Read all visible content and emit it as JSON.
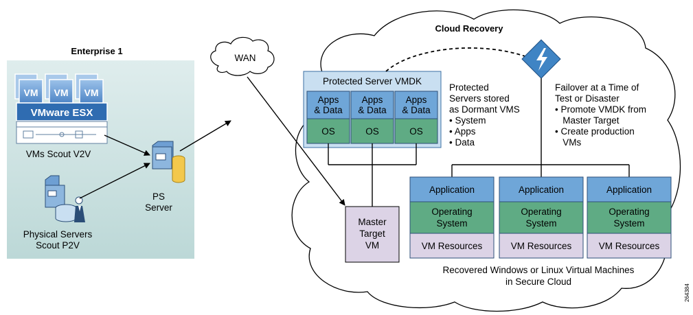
{
  "enterprise": {
    "title": "Enterprise 1",
    "vm_labels": [
      "VM",
      "VM",
      "VM"
    ],
    "esx_label": "VMware ESX",
    "vms_label": [
      "VMs Scout V2V"
    ],
    "physical_label": [
      "Physical Servers",
      "Scout P2V"
    ]
  },
  "ps_server": {
    "label": [
      "PS",
      "Server"
    ]
  },
  "wan": {
    "label": "WAN"
  },
  "protected": {
    "title": "Protected Server VMDK",
    "columns": [
      {
        "top": [
          "Apps",
          "& Data"
        ],
        "bottom": "OS"
      },
      {
        "top": [
          "Apps",
          "& Data"
        ],
        "bottom": "OS"
      },
      {
        "top": [
          "Apps",
          "& Data"
        ],
        "bottom": "OS"
      }
    ]
  },
  "master_target": {
    "label": [
      "Master",
      "Target",
      "VM"
    ]
  },
  "cloud": {
    "title": "Cloud Recovery",
    "stored_note": [
      "Protected",
      "Servers stored",
      "as Dormant VMS",
      "• System",
      "• Apps",
      "• Data"
    ],
    "failover_note": [
      "Failover at a Time of",
      "Test or Disaster",
      "• Promote VMDK from",
      "   Master Target",
      "• Create production",
      "   VMs"
    ],
    "recovered_vms": [
      {
        "app": "Application",
        "os": [
          "Operating",
          "System"
        ],
        "res": "VM Resources"
      },
      {
        "app": "Application",
        "os": [
          "Operating",
          "System"
        ],
        "res": "VM Resources"
      },
      {
        "app": "Application",
        "os": [
          "Operating",
          "System"
        ],
        "res": "VM Resources"
      }
    ],
    "caption": [
      "Recovered Windows or Linux Virtual Machines",
      "in Secure Cloud"
    ]
  },
  "figure_id": "264384",
  "colors": {
    "enterprise_bg": "#c9dfdf",
    "vm_blue": "#6e9fd3",
    "esx_blue": "#2f6cb1",
    "app_blue": "#6fa6d8",
    "os_green": "#5fab84",
    "res_lavender": "#dcd3e6",
    "panel_blue": "#c9dff1",
    "diamond": "#3f84c4"
  }
}
